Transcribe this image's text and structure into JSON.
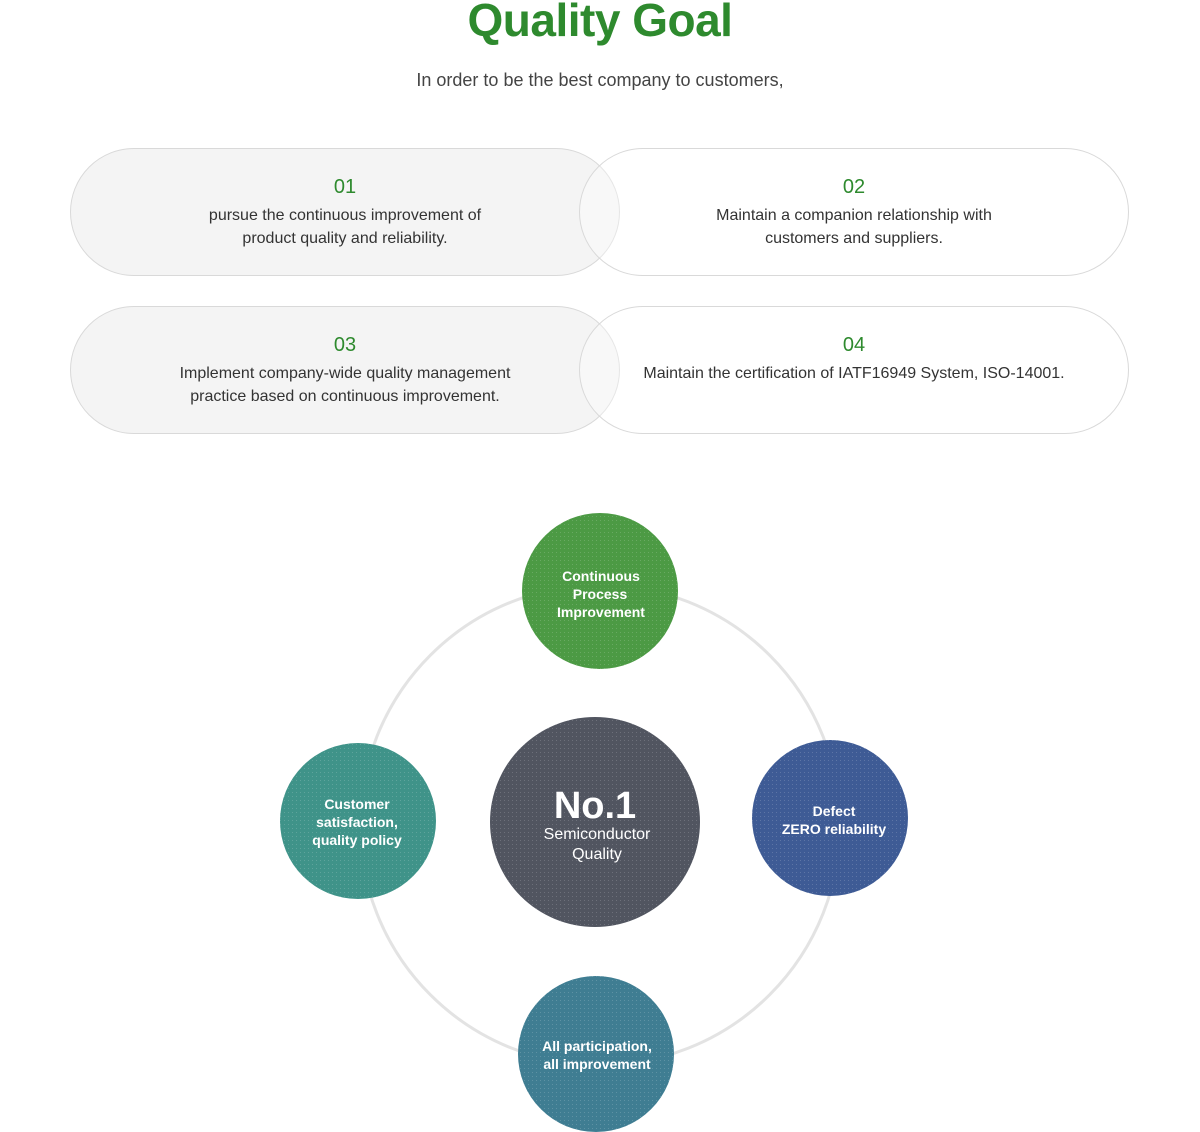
{
  "header": {
    "title": "Quality Goal",
    "subtitle": "In order to be the best company to customers,"
  },
  "goals": [
    {
      "number": "01",
      "text": "pursue the continuous improvement of\nproduct quality and reliability."
    },
    {
      "number": "02",
      "text": "Maintain a companion relationship with\ncustomers and suppliers."
    },
    {
      "number": "03",
      "text": "Implement company-wide quality management\npractice based on continuous improvement."
    },
    {
      "number": "04",
      "text": "Maintain the certification of IATF16949 System, ISO-14001."
    }
  ],
  "diagram": {
    "center": {
      "headline": "No.1",
      "lines": [
        "Semiconductor",
        "Quality"
      ],
      "color": "#515560"
    },
    "nodes": [
      {
        "id": "top",
        "lines": [
          "Continuous",
          "Process",
          "Improvement"
        ],
        "color": "#4c9a44"
      },
      {
        "id": "right",
        "lines": [
          "Defect",
          "ZERO reliability"
        ],
        "color": "#3e5b95"
      },
      {
        "id": "bottom",
        "lines": [
          "All participation,",
          "all improvement"
        ],
        "color": "#3f7d92"
      },
      {
        "id": "left",
        "lines": [
          "Customer",
          "satisfaction,",
          "quality policy"
        ],
        "color": "#3f9389"
      }
    ],
    "ring_color": "#e3e3e3"
  }
}
